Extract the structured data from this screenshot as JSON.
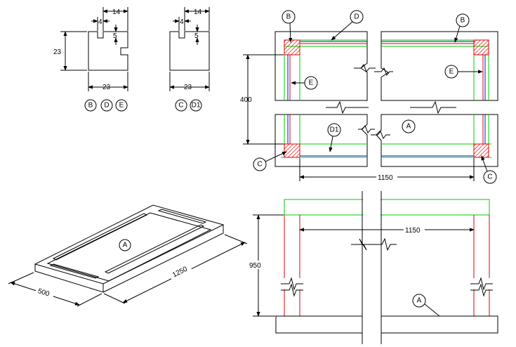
{
  "profile_left": {
    "dim_top": "14",
    "dim_slot_width": "4",
    "dim_slot_depth": "5",
    "dim_height": "23",
    "dim_width": "23",
    "tags": [
      "B",
      "D",
      "E"
    ]
  },
  "profile_right": {
    "dim_top": "14",
    "dim_slot_width": "4",
    "dim_slot_depth": "5",
    "dim_width": "23",
    "tags": [
      "C",
      "D1"
    ]
  },
  "plan": {
    "dim_height": "400",
    "dim_width": "1150",
    "tags": {
      "top_left_corner": "B",
      "top_rail": "D",
      "top_right_corner": "B",
      "left_post_upper": "E",
      "right_post_upper": "E",
      "bottom_rail": "D1",
      "board": "A",
      "bottom_left_corner": "C",
      "bottom_right_corner": "C"
    }
  },
  "iso": {
    "tag": "A",
    "dim_length": "1250",
    "dim_width": "500"
  },
  "elevation": {
    "dim_height": "950",
    "dim_width": "1150",
    "tag": "A"
  },
  "colors": {
    "line": "#000000",
    "green": "#00cc00",
    "red": "#e00000",
    "blue": "#1010c0"
  }
}
